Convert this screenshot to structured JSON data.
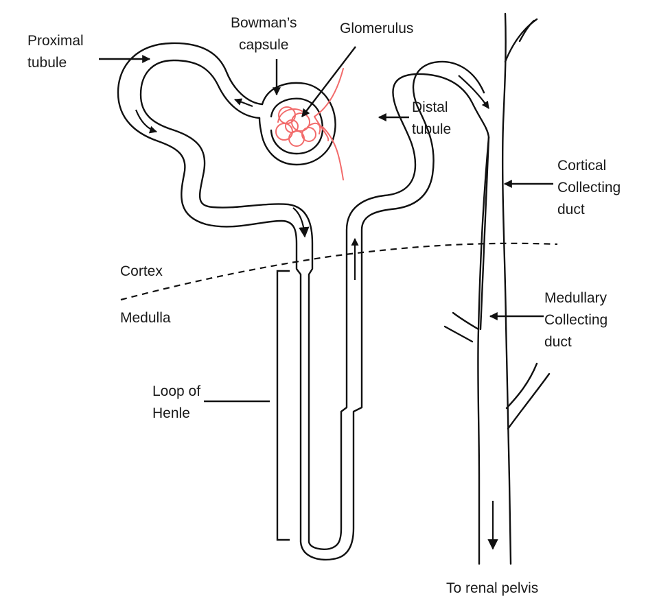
{
  "diagram": {
    "colors": {
      "outline": "#111111",
      "glomerulus": "#f26b6b",
      "background": "#ffffff"
    },
    "labels": {
      "proximal_tubule": [
        "Proximal",
        "tubule"
      ],
      "bowmans_capsule": [
        "Bowman’s",
        "capsule"
      ],
      "glomerulus": "Glomerulus",
      "distal_tubule": [
        "Distal",
        "tubule"
      ],
      "cortical_collecting_duct": [
        "Cortical",
        "Collecting",
        "duct"
      ],
      "cortex": "Cortex",
      "medulla": "Medulla",
      "medullary_collecting_duct": [
        "Medullary",
        "Collecting",
        "duct"
      ],
      "loop_of_henle": [
        "Loop of",
        "Henle"
      ],
      "to_renal_pelvis": "To renal pelvis"
    }
  }
}
